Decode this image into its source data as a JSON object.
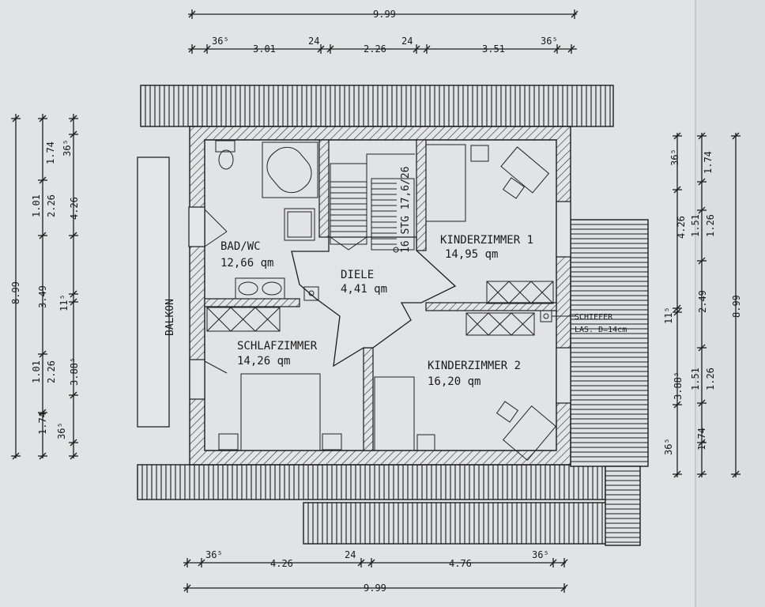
{
  "rooms": {
    "bad": {
      "name": "BAD/WC",
      "area": "12,66 qm"
    },
    "diele": {
      "name": "DIELE",
      "area": "4,41 qm"
    },
    "kinder1": {
      "name": "KINDERZIMMER 1",
      "area": "14,95 qm"
    },
    "schlaf": {
      "name": "SCHLAFZIMMER",
      "area": "14,26 qm"
    },
    "kinder2": {
      "name": "KINDERZIMMER 2",
      "area": "16,20 qm"
    }
  },
  "labels": {
    "balkon": "BALKON",
    "stair": "16 STG 17,6/26",
    "schiefer1": "SCHIEFER",
    "schiefer2": "LAS. D=14cm"
  },
  "dims_top": {
    "total": "9.99",
    "a": "36⁵",
    "b": "3.01",
    "c": "24",
    "d": "2.26",
    "e": "24",
    "f": "3.51",
    "g": "36⁵"
  },
  "dims_bottom": {
    "a": "36⁵",
    "b": "4.26",
    "c": "24",
    "d": "4.76",
    "e": "36⁵",
    "total": "9.99"
  },
  "dims_left": {
    "total": "8.99",
    "a": "1.74",
    "b": "36⁵",
    "c": "1.01",
    "c2": "2.26",
    "d": "4.26",
    "e": "3.49",
    "f": "11⁵",
    "g": "1.01",
    "g2": "2.26",
    "h": "3.88⁵",
    "i": "1.74",
    "j": "36⁵"
  },
  "dims_right": {
    "a": "36⁵",
    "b": "1.74",
    "c": "4.26",
    "d": "1.51",
    "d2": "1.26",
    "e": "11⁵",
    "f": "2.49",
    "g": "3.88⁵",
    "h": "1.51",
    "h2": "1.26",
    "i": "36⁵",
    "j": "1.74",
    "total": "8.99"
  }
}
